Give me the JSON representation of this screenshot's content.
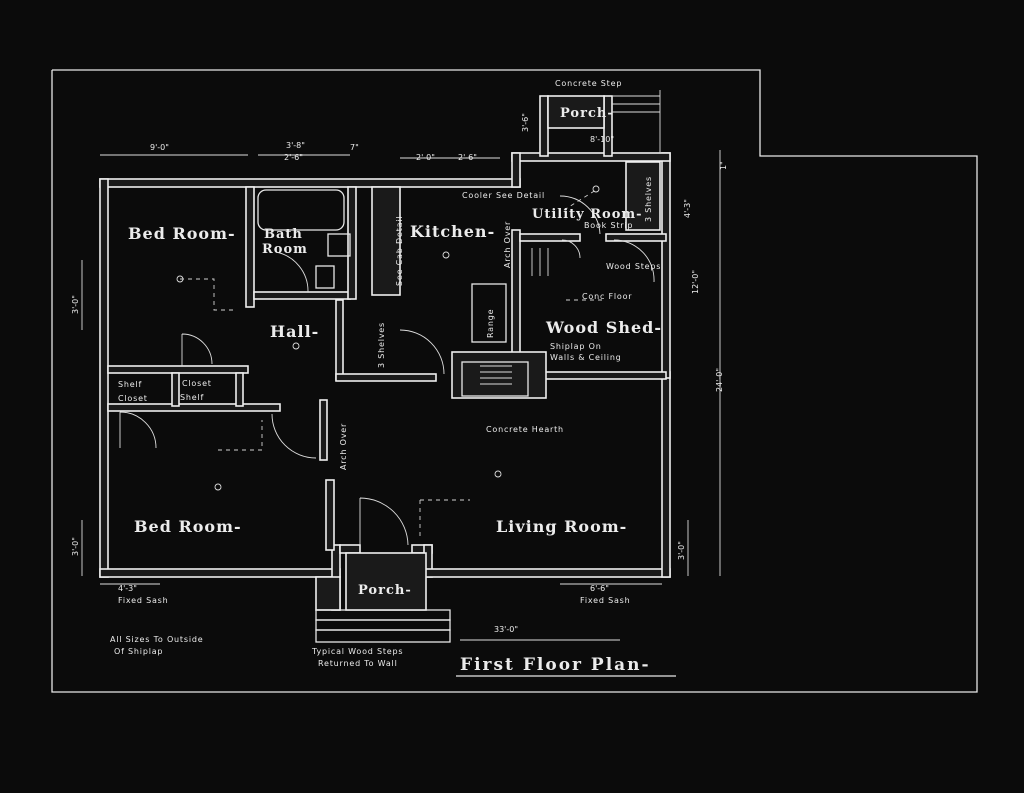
{
  "rooms": {
    "bed_room_1": "Bed Room-",
    "bath_room_line1": "Bath",
    "bath_room_line2": "Room",
    "hall": "Hall-",
    "kitchen": "Kitchen-",
    "utility_room": "Utility Room-",
    "wood_shed": "Wood Shed-",
    "bed_room_2": "Bed Room-",
    "living_room": "Living Room-",
    "porch_top": "Porch-",
    "porch_bottom": "Porch-"
  },
  "labels": {
    "concrete_step": "Concrete Step",
    "cooler_see_detail": "Cooler See Detail",
    "see_cab_detail": "See Cab Detail",
    "arch_over_kitchen": "Arch Over",
    "book_strip": "Book Strip",
    "shelves_utility": "3 Shelves",
    "wood_steps": "Wood Steps",
    "conc_floor": "Conc Floor",
    "shiplap_line1": "Shiplap On",
    "shiplap_line2": "Walls & Ceiling",
    "range": "Range",
    "shelves_hall": "3 Shelves",
    "shelf_1": "Shelf",
    "closet_1": "Closet",
    "closet_2": "Closet",
    "shelf_2": "Shelf",
    "concrete_hearth": "Concrete Hearth",
    "arch_over_hall": "Arch Over",
    "fixed_sash_left": "Fixed Sash",
    "fixed_sash_right": "Fixed Sash",
    "all_sizes_line1": "All Sizes To Outside",
    "all_sizes_line2": "Of Shiplap",
    "wood_steps_note_line1": "Typical Wood Steps",
    "wood_steps_note_line2": "Returned To Wall"
  },
  "dimensions": {
    "d_9_0": "9'-0\"",
    "d_3_8": "3'-8\"",
    "d_2_6a": "2'-6\"",
    "d_7": "7\"",
    "d_2_0": "2'-0\"",
    "d_2_6b": "2'-6\"",
    "d_3_6": "3'-6\"",
    "d_8_10": "8'-10\"",
    "d_1": "1\"",
    "d_4_3a": "4'-3\"",
    "d_12_0": "12'-0\"",
    "d_24_0": "24'-0\"",
    "d_3_0_left_upper": "3'-0\"",
    "d_3_0_left_lower": "3'-0\"",
    "d_3_0_right": "3'-0\"",
    "d_4_3b": "4'-3\"",
    "d_6_6": "6'-6\"",
    "d_33_0": "33'-0\""
  },
  "title": "First Floor Plan-",
  "colors": {
    "background": "#0b0b0b",
    "ink": "#ececec"
  }
}
